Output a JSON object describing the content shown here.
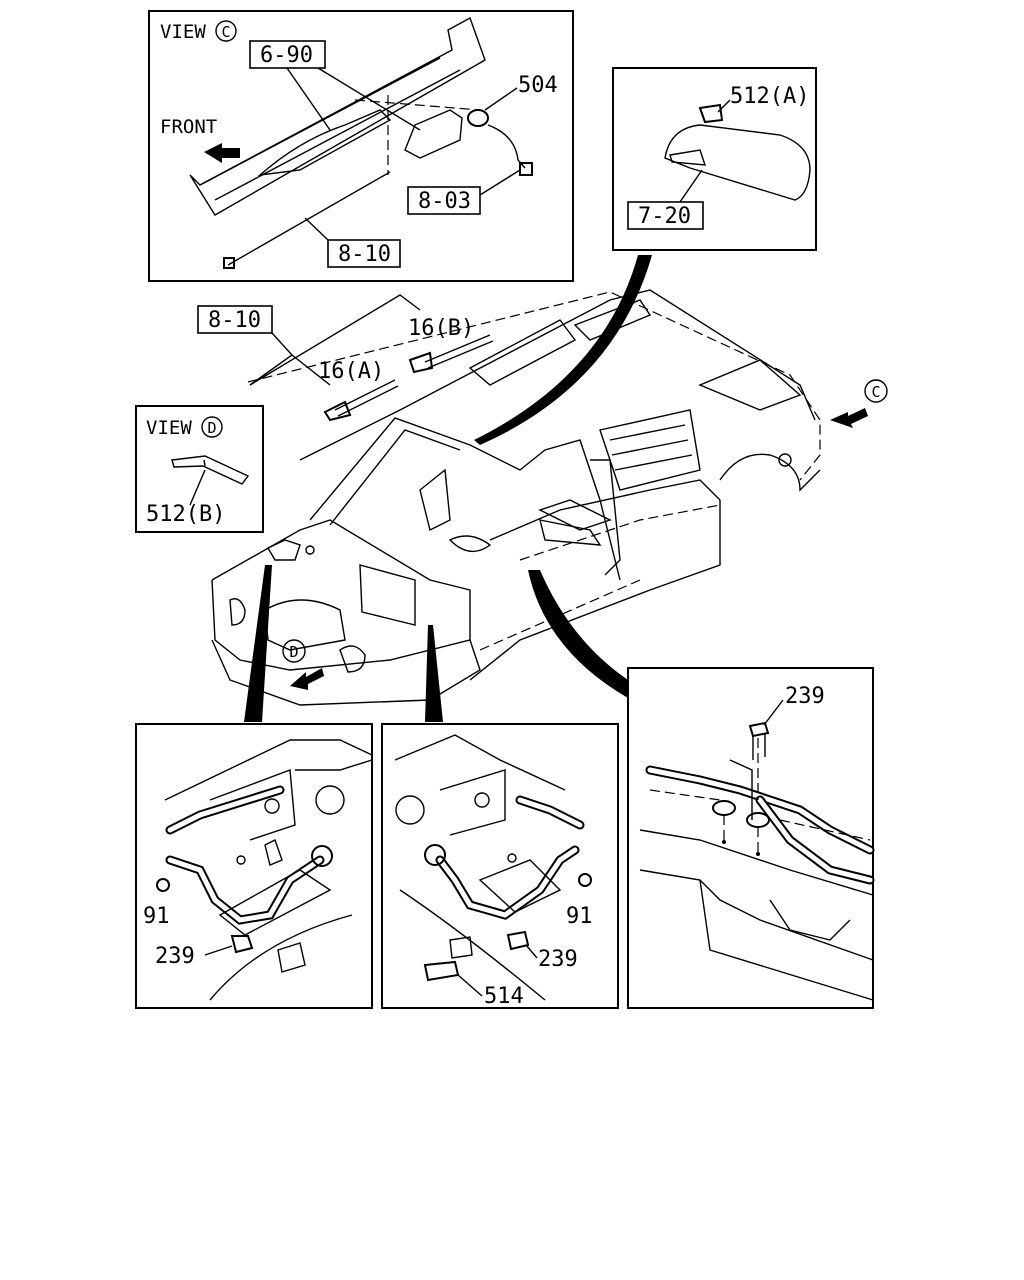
{
  "view_c": {
    "title": "VIEW",
    "title_mark": "C",
    "front_label": "FRONT",
    "ref_6_90": "6-90",
    "part_504": "504",
    "ref_8_03": "8-03",
    "ref_8_10": "8-10"
  },
  "view_512a": {
    "part_512a": "512(A)",
    "ref_7_20": "7-20"
  },
  "main": {
    "ref_8_10": "8-10",
    "part_16b": "16(B)",
    "part_16a": "16(A)",
    "mark_c": "C",
    "mark_d": "D"
  },
  "view_d": {
    "title": "VIEW",
    "title_mark": "D",
    "part_512b": "512(B)"
  },
  "detail_left": {
    "part_91": "91",
    "part_239": "239"
  },
  "detail_mid": {
    "part_91": "91",
    "part_239": "239",
    "part_514": "514"
  },
  "detail_right": {
    "part_239": "239"
  }
}
